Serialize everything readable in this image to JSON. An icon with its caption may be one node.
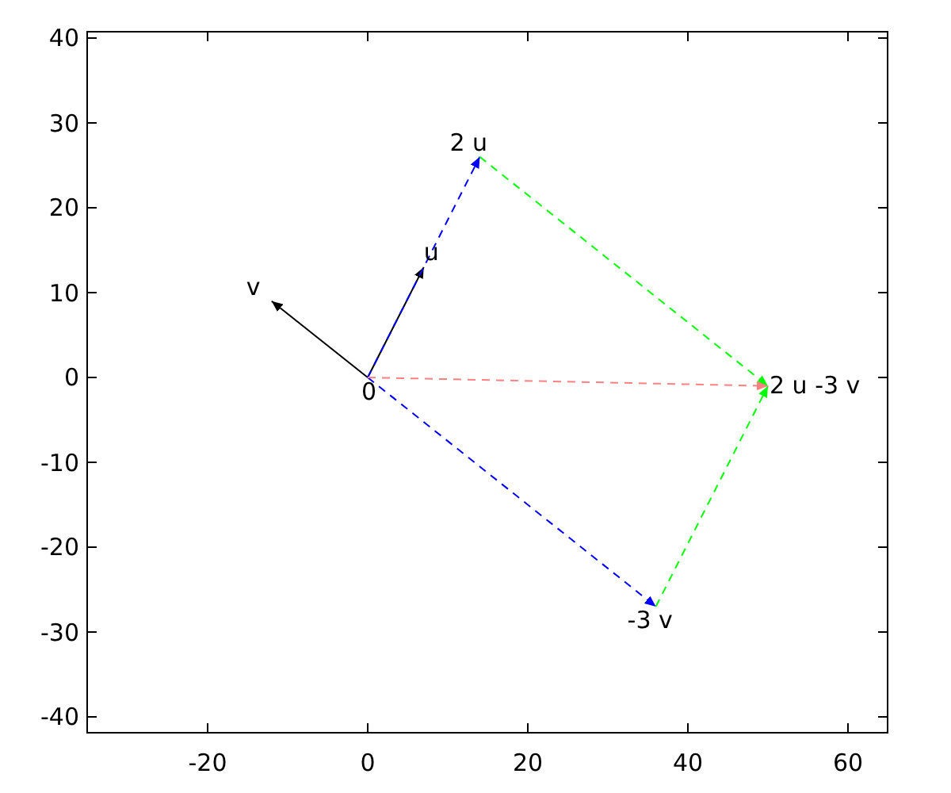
{
  "diagram": {
    "nodes": [
      {
        "text": [
          "0"
        ]
      },
      {
        "text": [
          "u"
        ]
      },
      {
        "text": [
          "v"
        ]
      },
      {
        "text": [
          "2 u"
        ]
      },
      {
        "text": [
          "-3 v"
        ]
      },
      {
        "text": [
          "2 u -3 v"
        ]
      }
    ],
    "edges": [
      {
        "from": 0,
        "to": 1,
        "arrow": "to"
      },
      {
        "from": 0,
        "to": 2,
        "arrow": "to"
      },
      {
        "from": 0,
        "to": 3,
        "arrow": "to",
        "style": "dashed",
        "color": "#0000ff"
      },
      {
        "from": 0,
        "to": 4,
        "arrow": "to",
        "style": "dashed",
        "color": "#0000ff"
      },
      {
        "from": 3,
        "to": 5,
        "arrow": "to",
        "style": "dashed",
        "color": "#00ff00"
      },
      {
        "from": 4,
        "to": 5,
        "arrow": "to",
        "style": "dashed",
        "color": "#00ff00"
      },
      {
        "from": 0,
        "to": 5,
        "arrow": "to",
        "style": "dashed",
        "color": "#ff8080"
      }
    ],
    "labels": [
      "40",
      "30",
      "20",
      "10",
      "0",
      "-10",
      "-20",
      "-30",
      "-40",
      "-20",
      "0",
      "20",
      "40",
      "60"
    ]
  }
}
